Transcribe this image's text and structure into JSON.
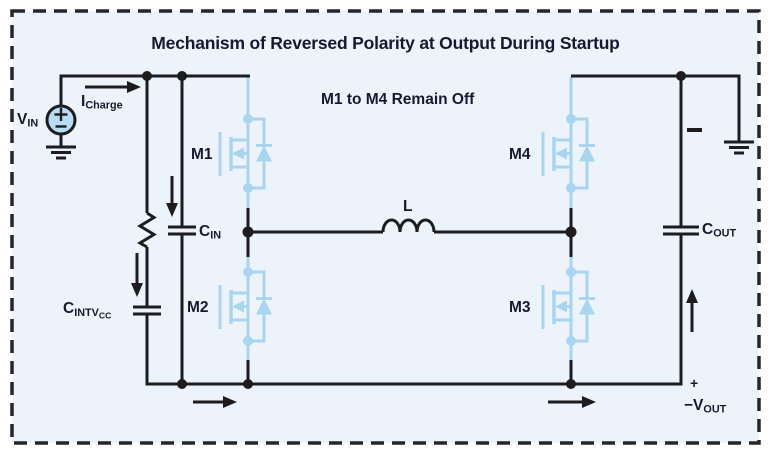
{
  "title": "Mechanism of Reversed Polarity at Output During Startup",
  "annotation": "M1 to M4 Remain Off",
  "colors": {
    "panel_background": "#ecf3fb",
    "wire": "#1d1d1f",
    "mosfet_blue": "#a9d5f0",
    "source_fill": "#b7ddf4",
    "text": "#171a2e"
  },
  "labels": {
    "vin": {
      "main": "V",
      "sub": "IN"
    },
    "icharge": {
      "main": "I",
      "sub": "Charge"
    },
    "mosfets": {
      "m1": "M1",
      "m2": "M2",
      "m3": "M3",
      "m4": "M4"
    },
    "inductor": "L",
    "cin": {
      "main": "C",
      "sub": "IN"
    },
    "cintvcc": {
      "main": "C",
      "sub": "INTV",
      "subsub": "CC"
    },
    "cout": {
      "main": "C",
      "sub": "OUT"
    },
    "output_plus": "+",
    "output_vout": {
      "main": "−V",
      "sub": "OUT"
    }
  }
}
